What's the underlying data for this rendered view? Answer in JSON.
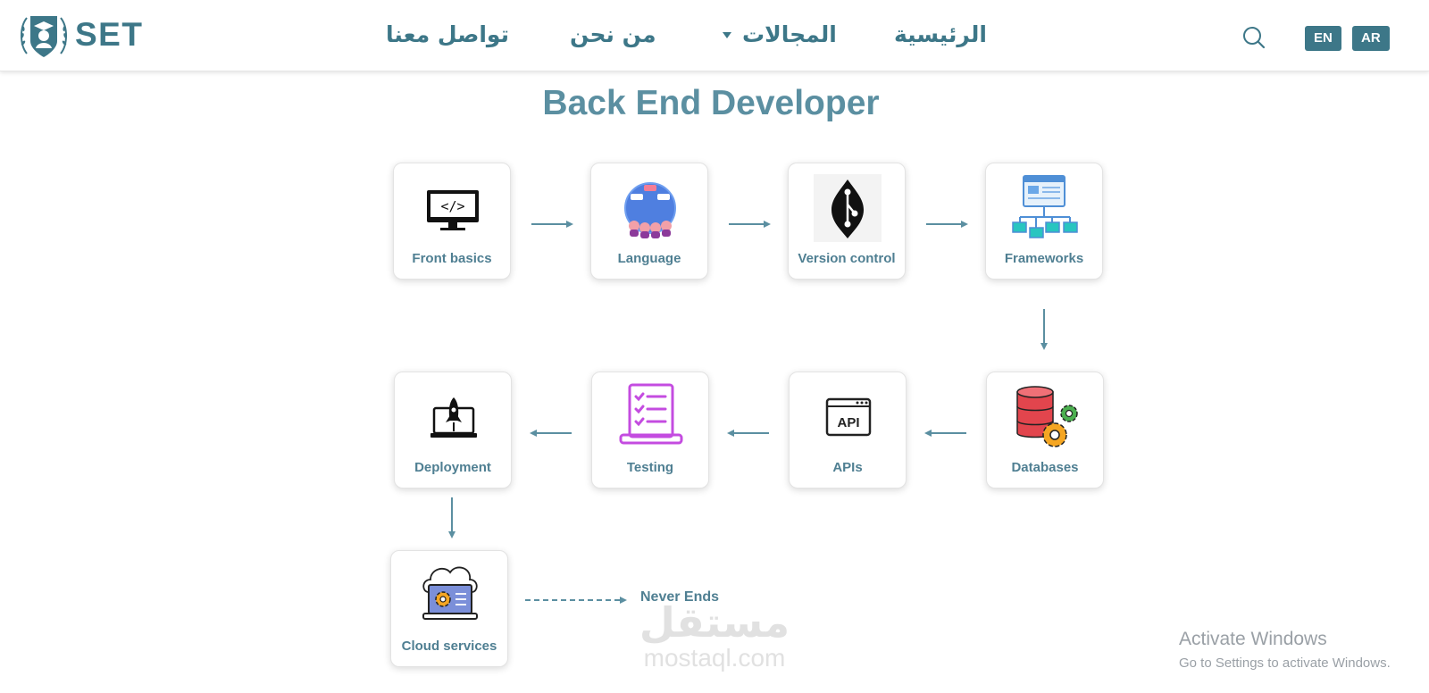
{
  "brand": {
    "logo_text": "SET",
    "color": "#3d7788"
  },
  "nav": {
    "items": [
      {
        "label": "الرئيسية"
      },
      {
        "label": "المجالات"
      },
      {
        "label": "من نحن"
      },
      {
        "label": "تواصل معنا"
      }
    ],
    "languages": [
      "EN",
      "AR"
    ],
    "search_icon": "search-icon",
    "dropdown_icon": "caret-down-icon"
  },
  "page": {
    "title": "Back End Developer"
  },
  "roadmap": {
    "steps": [
      {
        "label": "Front basics",
        "icon": "code-monitor-icon"
      },
      {
        "label": "Language",
        "icon": "language-globe-icon"
      },
      {
        "label": "Version control",
        "icon": "git-icon"
      },
      {
        "label": "Frameworks",
        "icon": "framework-diagram-icon"
      },
      {
        "label": "Databases",
        "icon": "database-gear-icon"
      },
      {
        "label": "APIs",
        "icon": "api-window-icon"
      },
      {
        "label": "Testing",
        "icon": "testing-checklist-icon"
      },
      {
        "label": "Deployment",
        "icon": "rocket-laptop-icon"
      },
      {
        "label": "Cloud services",
        "icon": "cloud-laptop-icon"
      }
    ],
    "end_label": "Never Ends"
  },
  "watermark": {
    "arabic": "مستقل",
    "domain": "mostaql.com"
  },
  "os_notice": {
    "title": "Activate Windows",
    "subtitle": "Go to Settings to activate Windows."
  }
}
